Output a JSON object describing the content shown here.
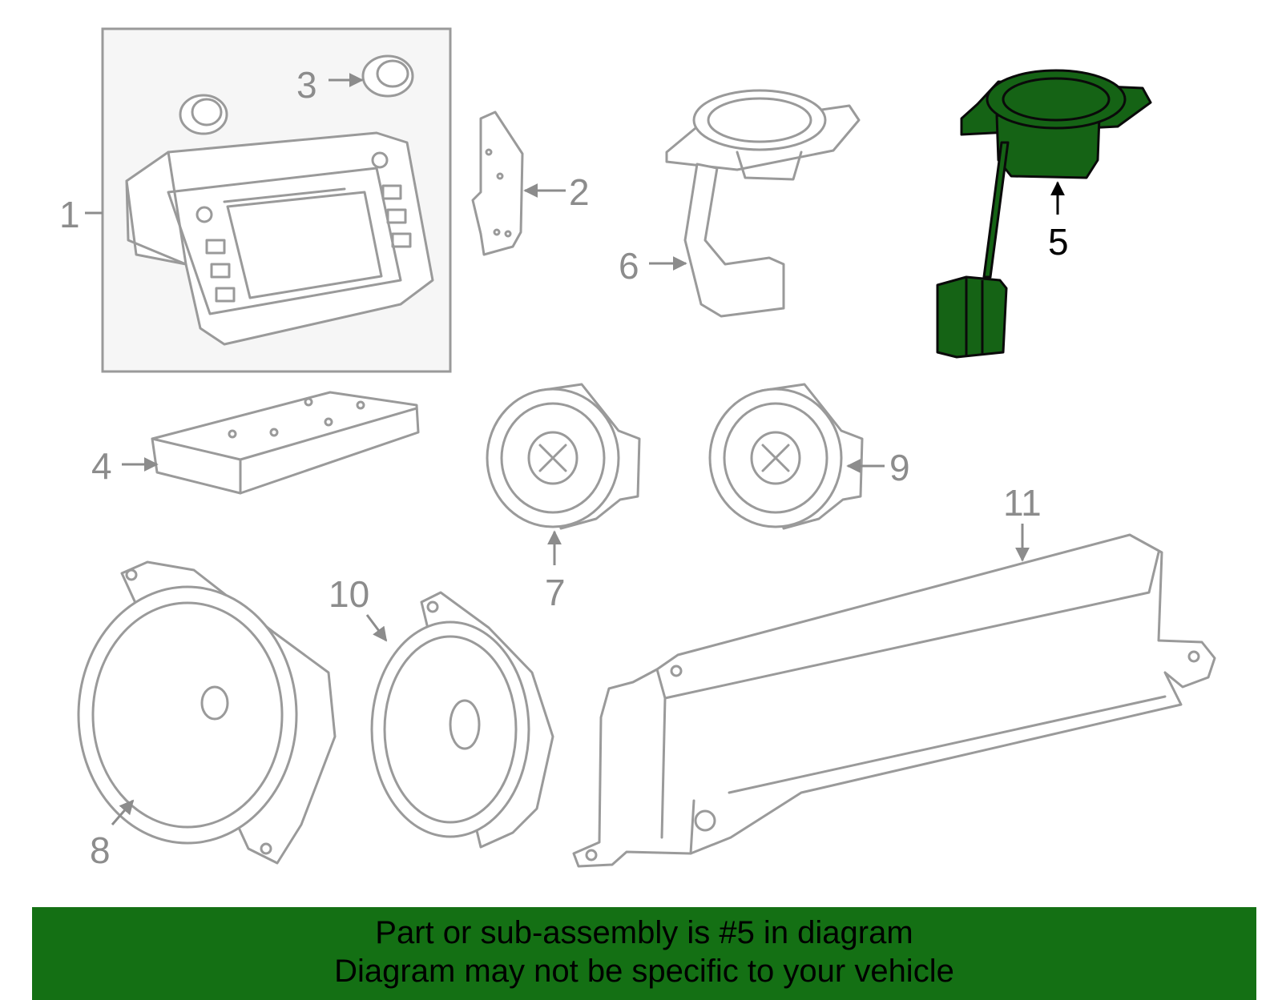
{
  "callouts": {
    "c1": "1",
    "c2": "2",
    "c3": "3",
    "c4": "4",
    "c5": "5",
    "c6": "6",
    "c7": "7",
    "c8": "8",
    "c9": "9",
    "c10": "10",
    "c11": "11"
  },
  "highlighted_part": "5",
  "colors": {
    "highlight": "#156315",
    "banner": "#147014",
    "line": "#9a9a9a"
  },
  "banner": {
    "line1": "Part or sub-assembly is #5 in diagram",
    "line2": "Diagram may not be specific to your vehicle"
  }
}
